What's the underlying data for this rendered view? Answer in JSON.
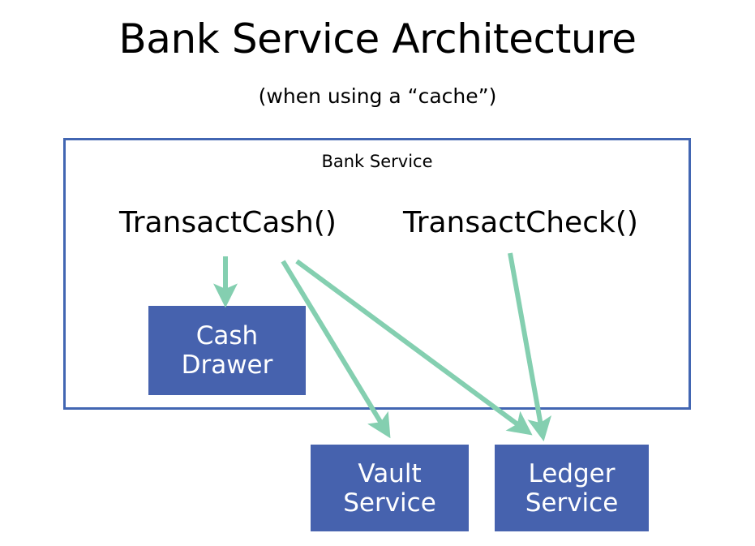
{
  "slide": {
    "title": "Bank Service Architecture",
    "subtitle": "(when using a “cache”)",
    "background_color": "#ffffff"
  },
  "colors": {
    "container_border": "#4266B2",
    "box_fill": "#4662AE",
    "box_text": "#ffffff",
    "arrow": "#84CFB0",
    "text": "#000000"
  },
  "diagram": {
    "container": {
      "label": "Bank Service",
      "border_color": "#4266B2"
    },
    "methods": [
      {
        "label": "TransactCash()"
      },
      {
        "label": "TransactCheck()"
      }
    ],
    "boxes": [
      {
        "id": "cash-drawer",
        "line1": "Cash",
        "line2": "Drawer"
      },
      {
        "id": "vault-service",
        "line1": "Vault",
        "line2": "Service"
      },
      {
        "id": "ledger-service",
        "line1": "Ledger",
        "line2": "Service"
      }
    ],
    "arrows": [
      {
        "from": "TransactCash()",
        "to": "Cash Drawer",
        "style": "straight-down"
      },
      {
        "from": "TransactCash()",
        "to": "Vault Service",
        "style": "diagonal-down-right"
      },
      {
        "from": "TransactCash()",
        "to": "Ledger Service",
        "style": "diagonal-down-right"
      },
      {
        "from": "TransactCheck()",
        "to": "Ledger Service",
        "style": "diagonal-down-right"
      }
    ]
  }
}
